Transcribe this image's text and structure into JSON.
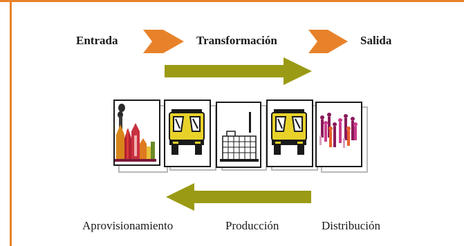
{
  "flow": {
    "input_label": "Entrada",
    "process_label": "Transformación",
    "output_label": "Salida"
  },
  "stages": {
    "supply_label": "Aprovisionamiento",
    "production_label": "Producción",
    "distribution_label": "Distribución"
  },
  "colors": {
    "border": "#e8822a",
    "chevron": "#e8822a",
    "arrow": "#9a9a14"
  }
}
